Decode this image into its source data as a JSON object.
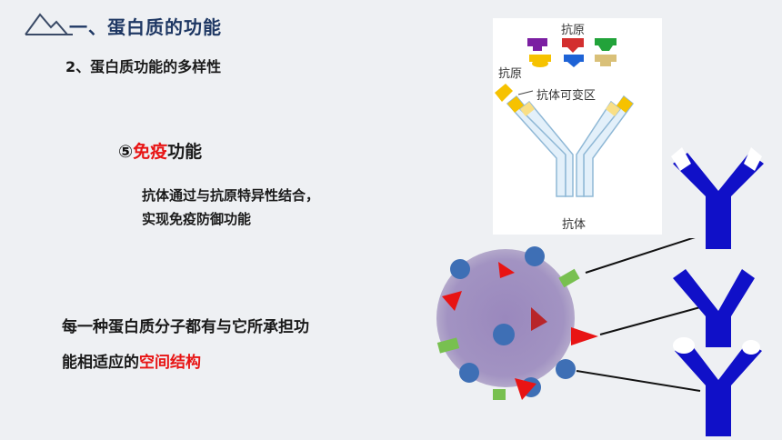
{
  "header": {
    "title": "一、蛋白质的功能",
    "subtitle": "2、蛋白质功能的多样性"
  },
  "immune": {
    "number": "⑤",
    "red_text": "免疫",
    "rest_text": "功能"
  },
  "description": {
    "line1": "抗体通过与抗原特异性结合，",
    "line2": "实现免疫防御功能"
  },
  "paragraph": {
    "line1": "每一种蛋白质分子都有与它所承担功",
    "line2_black": "能相适应的",
    "line2_red": "空间结构"
  },
  "diagram": {
    "antigen_top_label": "抗原",
    "antigen_side_label": "抗原",
    "variable_region_label": "抗体可变区",
    "antibody_label": "抗体"
  },
  "colors": {
    "title": "#1f3864",
    "highlight": "#e81414",
    "antibody_blue": "#1010c8"
  }
}
